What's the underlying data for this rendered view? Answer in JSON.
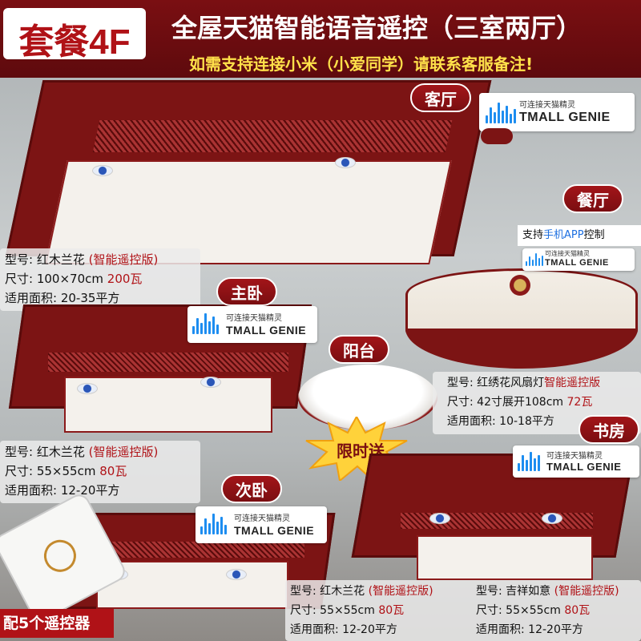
{
  "header": {
    "package": "套餐4F",
    "title": "全屋天猫智能语音遥控（三室两厅）",
    "subtitle": "如需支持连接小米（小爱同学）请联系客服备注!"
  },
  "badge": {
    "connect": "可连接天猫精灵",
    "brand": "TMALL GENIE"
  },
  "rooms": {
    "living": "客厅",
    "dining": "餐厅",
    "master": "主卧",
    "balcony": "阳台",
    "study": "书房",
    "second": "次卧"
  },
  "dining_app": {
    "prefix": "支持",
    "highlight": "手机APP",
    "suffix": "控制"
  },
  "specs": {
    "living": {
      "model_label": "型号:",
      "model": "红木兰花",
      "model_tag": "(智能遥控版)",
      "size_label": "尺寸:",
      "size": "100×70cm",
      "power": "200瓦",
      "area_label": "适用面积:",
      "area": "20-35平方"
    },
    "master": {
      "model_label": "型号:",
      "model": "红木兰花",
      "model_tag": "(智能遥控版)",
      "size_label": "尺寸:",
      "size": "55×55cm",
      "power": "80瓦",
      "area_label": "适用面积:",
      "area": "12-20平方"
    },
    "dining": {
      "model_label": "型号:",
      "model": "红绣花风扇灯",
      "model_tag": "智能遥控版",
      "size_label": "尺寸:",
      "size": "42寸展开108cm",
      "power": "72瓦",
      "area_label": "适用面积:",
      "area": "10-18平方"
    },
    "second": {
      "model_label": "型号:",
      "model": "红木兰花",
      "model_tag": "(智能遥控版)",
      "size_label": "尺寸:",
      "size": "55×55cm",
      "power": "80瓦",
      "area_label": "适用面积:",
      "area": "12-20平方"
    },
    "study": {
      "model_label": "型号:",
      "model": "吉祥如意",
      "model_tag": "(智能遥控版)",
      "size_label": "尺寸:",
      "size": "55×55cm",
      "power": "80瓦",
      "area_label": "适用面积:",
      "area": "12-20平方"
    }
  },
  "promo": {
    "gift": "限时送",
    "remote": "配5个遥控器"
  },
  "colors": {
    "brand_red": "#b01217",
    "wood": "#7c1414",
    "accent_yellow": "#ffe14a",
    "genie_blue": "#1d8df0"
  }
}
